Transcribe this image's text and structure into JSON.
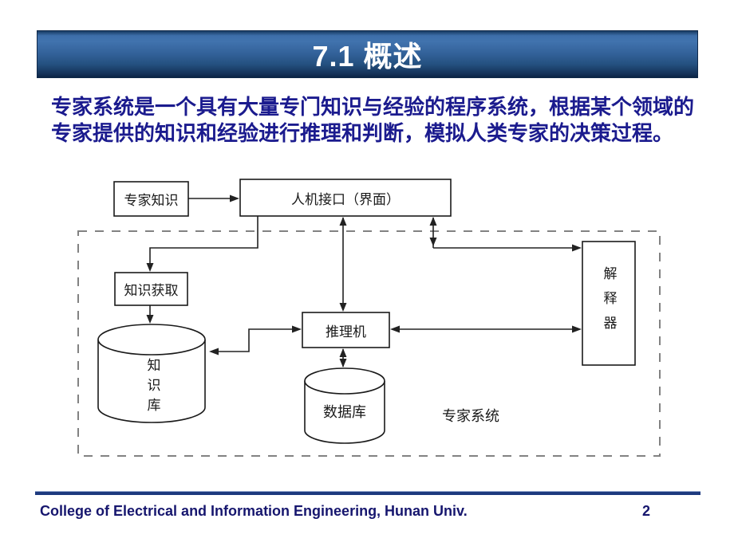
{
  "slide": {
    "title": "7.1 概述",
    "intro_line1": "专家系统是一个具有大量专门知识与经验的程序系统，根据某个领域的",
    "intro_line2": "专家提供的知识和经验进行推理和判断，模拟人类专家的决策过程。"
  },
  "diagram": {
    "nodes": {
      "expert_knowledge": "专家知识",
      "hmi": "人机接口（界面）",
      "knowledge_acquisition": "知识获取",
      "inference_engine": "推理机",
      "interpreter": "解释器",
      "knowledge_base": "知识库",
      "database": "数据库",
      "system_label": "专家系统"
    }
  },
  "footer": {
    "text": "College of Electrical and Information Engineering, Hunan Univ.",
    "page_number": "2"
  },
  "colors": {
    "title_bar_top": "#3d6ea9",
    "title_bar_bottom": "#0a2444",
    "title_text": "#ffffff",
    "body_text": "#1b1b8e",
    "footer_text": "#16166e",
    "diagram_line": "#222222",
    "dashed_border": "#828282"
  }
}
